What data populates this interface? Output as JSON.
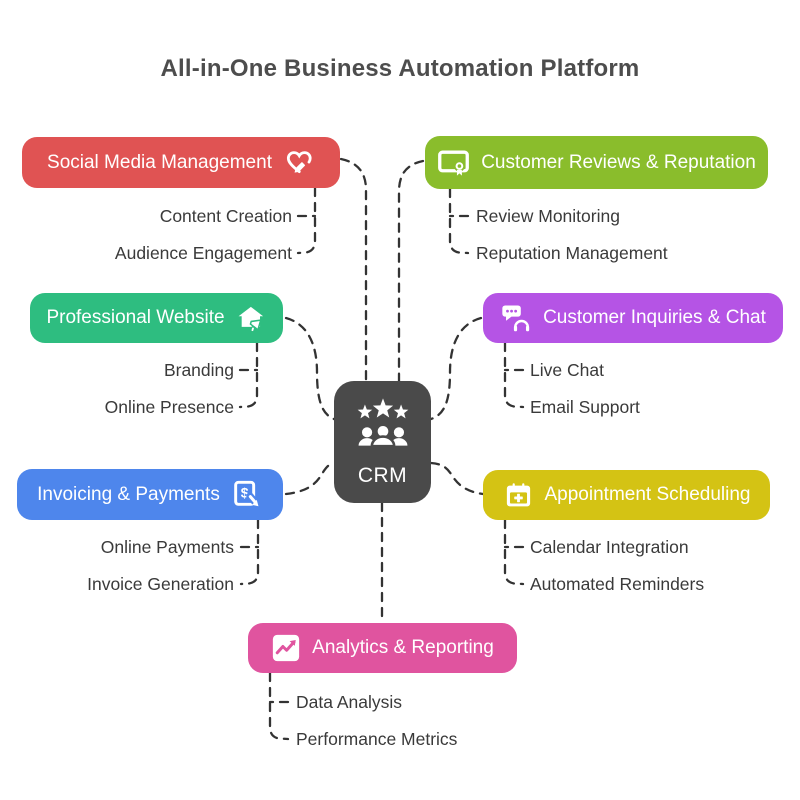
{
  "title": "All-in-One Business Automation Platform",
  "colors": {
    "background": "#ffffff",
    "title_text": "#4d4d4d",
    "sub_label_text": "#3a3a3a",
    "connector": "#333333",
    "node_text": "#ffffff"
  },
  "center_node": {
    "label": "CRM",
    "color": "#4a4a4a",
    "icon": "stars-people-icon"
  },
  "branches": [
    {
      "label": "Social Media Management",
      "color": "#e05353",
      "icon": "heart-pencil-icon",
      "children": [
        "Content Creation",
        "Audience Engagement"
      ]
    },
    {
      "label": "Customer Reviews & Reputation",
      "color": "#8abd2c",
      "icon": "certificate-ribbon-icon",
      "children": [
        "Review Monitoring",
        "Reputation Management"
      ]
    },
    {
      "label": "Professional Website",
      "color": "#2ebd80",
      "icon": "home-megaphone-icon",
      "children": [
        "Branding",
        "Online Presence"
      ]
    },
    {
      "label": "Customer Inquiries & Chat",
      "color": "#b554e5",
      "icon": "chat-headset-icon",
      "children": [
        "Live Chat",
        "Email Support"
      ]
    },
    {
      "label": "Invoicing & Payments",
      "color": "#4e86ec",
      "icon": "dollar-receipt-icon",
      "children": [
        "Online Payments",
        "Invoice Generation"
      ]
    },
    {
      "label": "Appointment Scheduling",
      "color": "#d4c314",
      "icon": "calendar-plus-icon",
      "children": [
        "Calendar Integration",
        "Automated Reminders"
      ]
    },
    {
      "label": "Analytics & Reporting",
      "color": "#e0549f",
      "icon": "line-chart-icon",
      "children": [
        "Data Analysis",
        "Performance Metrics"
      ]
    }
  ]
}
